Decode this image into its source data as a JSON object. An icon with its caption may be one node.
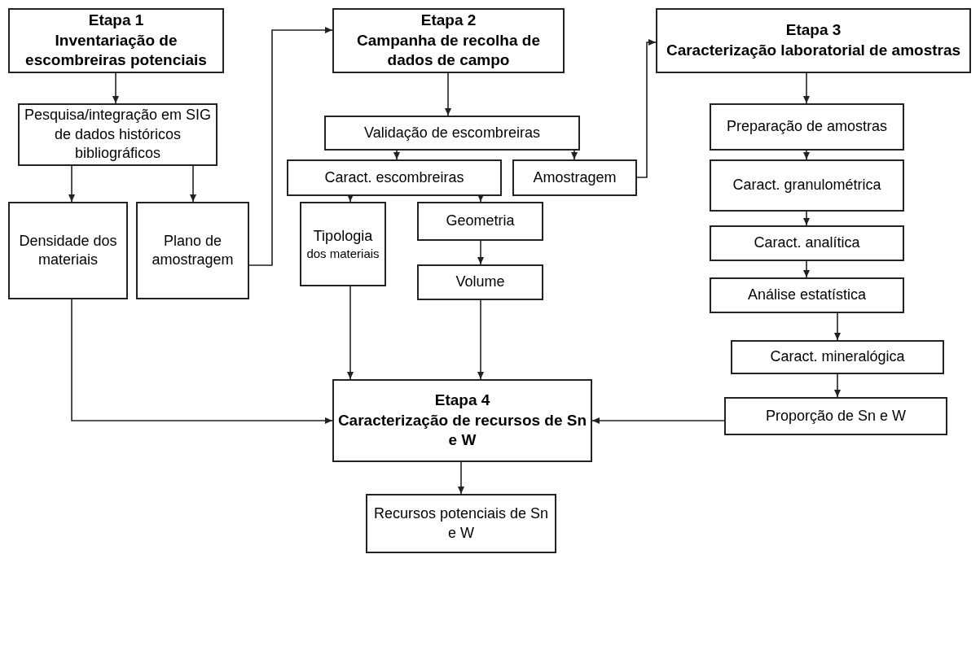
{
  "diagram": {
    "nodes": [
      {
        "text": [
          "Etapa 1",
          "Inventariação de escombreiras potenciais"
        ]
      },
      {
        "text": [
          "Pesquisa/integração em SIG de dados históricos bibliográficos"
        ]
      },
      {
        "text": [
          "Densidade dos materiais"
        ]
      },
      {
        "text": [
          "Plano de amostragem"
        ]
      },
      {
        "text": [
          "Etapa 2",
          "Campanha de recolha de dados de campo"
        ]
      },
      {
        "text": [
          "Validação de escombreiras"
        ]
      },
      {
        "text": [
          "Caract. escombreiras"
        ]
      },
      {
        "text": [
          "Amostragem"
        ]
      },
      {
        "text": [
          "Tipologia",
          "dos materiais"
        ]
      },
      {
        "text": [
          "Geometria"
        ]
      },
      {
        "text": [
          "Volume"
        ]
      },
      {
        "text": [
          "Etapa 3",
          "Caracterização laboratorial de amostras"
        ]
      },
      {
        "text": [
          "Preparação de amostras"
        ]
      },
      {
        "text": [
          "Caract. granulométrica"
        ]
      },
      {
        "text": [
          "Caract. analítica"
        ]
      },
      {
        "text": [
          "Análise estatística"
        ]
      },
      {
        "text": [
          "Caract. mineralógica"
        ]
      },
      {
        "text": [
          "Proporção de Sn e W"
        ]
      },
      {
        "text": [
          "Etapa 4",
          "Caracterização de recursos de Sn e W"
        ]
      },
      {
        "text": [
          "Recursos potenciais de Sn e W"
        ]
      }
    ],
    "edges": [
      {
        "from": 0,
        "to": 1,
        "arrow": "to"
      },
      {
        "from": 1,
        "to": 2,
        "arrow": "to"
      },
      {
        "from": 1,
        "to": 3,
        "arrow": "to"
      },
      {
        "from": 3,
        "to": 4,
        "arrow": "to"
      },
      {
        "from": 4,
        "to": 5,
        "arrow": "to"
      },
      {
        "from": 5,
        "to": 6,
        "arrow": "to"
      },
      {
        "from": 5,
        "to": 7,
        "arrow": "to"
      },
      {
        "from": 7,
        "to": 11,
        "arrow": "to"
      },
      {
        "from": 6,
        "to": 8,
        "arrow": "to"
      },
      {
        "from": 6,
        "to": 9,
        "arrow": "to"
      },
      {
        "from": 9,
        "to": 10,
        "arrow": "to"
      },
      {
        "from": 11,
        "to": 12,
        "arrow": "to"
      },
      {
        "from": 12,
        "to": 13,
        "arrow": "to"
      },
      {
        "from": 13,
        "to": 14,
        "arrow": "to"
      },
      {
        "from": 14,
        "to": 15,
        "arrow": "to"
      },
      {
        "from": 15,
        "to": 16,
        "arrow": "to"
      },
      {
        "from": 16,
        "to": 17,
        "arrow": "to"
      },
      {
        "from": 17,
        "to": 18,
        "arrow": "to"
      },
      {
        "from": 2,
        "to": 18,
        "arrow": "to"
      },
      {
        "from": 8,
        "to": 18,
        "arrow": "to"
      },
      {
        "from": 10,
        "to": 18,
        "arrow": "to"
      },
      {
        "from": 18,
        "to": 19,
        "arrow": "to"
      }
    ]
  }
}
